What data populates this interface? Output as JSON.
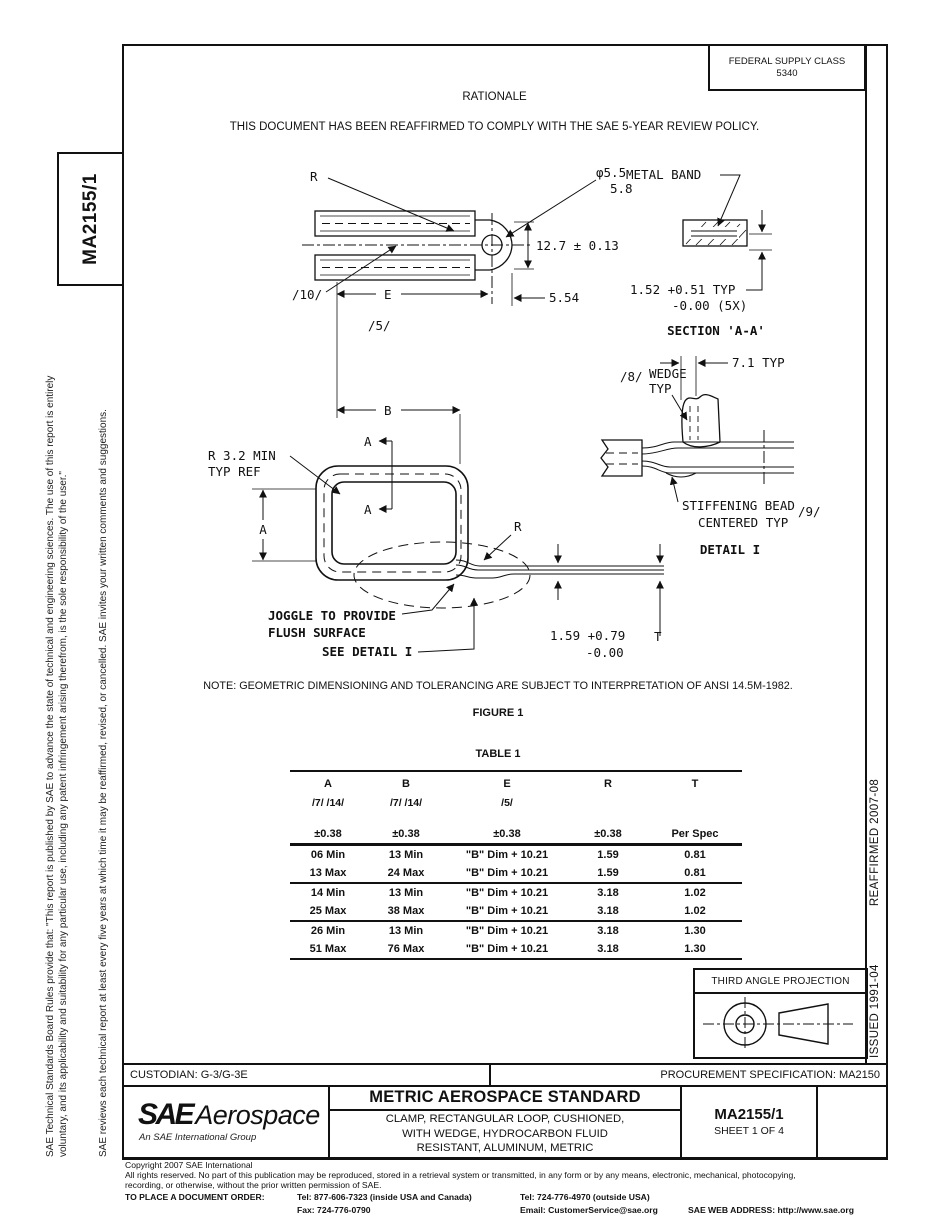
{
  "header": {
    "fsc_line1": "FEDERAL SUPPLY CLASS",
    "fsc_line2": "5340",
    "rationale_title": "RATIONALE",
    "rationale_body": "THIS DOCUMENT HAS BEEN REAFFIRMED TO COMPLY WITH THE SAE 5-YEAR REVIEW POLICY."
  },
  "sidebar": {
    "doc_number": "MA2155/1",
    "legal_line1": "SAE Technical Standards Board Rules provide that: \"This report is published by SAE to advance the state of technical and engineering sciences. The use of this report is entirely",
    "legal_line2": "voluntary, and its applicability and suitability for any particular use, including any patent infringement arising therefrom, is the sole responsibility of the user.\"",
    "review_note": "SAE reviews each technical report at least every five years at which time it may be reaffirmed, revised, or cancelled. SAE invites your written comments and suggestions."
  },
  "right_strip": {
    "issued": "ISSUED 1991-04",
    "reaffirmed": "REAFFIRMED  2007-08"
  },
  "figure": {
    "note": "NOTE:  GEOMETRIC DIMENSIONING AND TOLERANCING ARE SUBJECT TO INTERPRETATION OF ANSI 14.5M-1982.",
    "caption": "FIGURE 1",
    "top_view": {
      "r": "R",
      "dia_line1": "φ5.5",
      "dia_line2": "5.8",
      "metal_band": "METAL BAND",
      "dim_height": "12.7 ± 0.13",
      "dim_tab": "5.54",
      "dim_e": "E",
      "flag_10": "/10/",
      "flag_5": "/5/"
    },
    "section_aa": {
      "dim_line1": "1.52 +0.51 TYP",
      "dim_line2": "-0.00 (5X)",
      "title": "SECTION 'A-A'"
    },
    "detail_i": {
      "dim_wedge": "7.1 TYP",
      "flag_8": "/8/",
      "wedge_line1": "WEDGE",
      "wedge_line2": "TYP",
      "bead_line1": "STIFFENING BEAD",
      "flag_9": "/9/",
      "bead_line2": "CENTERED TYP",
      "title": "DETAIL I"
    },
    "loop_view": {
      "dim_b": "B",
      "sec_a_top": "A",
      "sec_a_bot": "A",
      "radius_line1": "R 3.2 MIN",
      "radius_line2": "TYP REF",
      "dim_a": "A",
      "r": "R",
      "joggle_line1": "JOGGLE TO PROVIDE",
      "joggle_line2": "FLUSH SURFACE",
      "see_detail": "SEE DETAIL I",
      "dim_t_line1": "1.59 +0.79",
      "dim_t_line2": "-0.00",
      "t": "T"
    }
  },
  "table": {
    "caption": "TABLE 1",
    "headers": [
      "A",
      "B",
      "E",
      "R",
      "T"
    ],
    "flags": [
      "/7/ /14/",
      "/7/ /14/",
      "/5/",
      "",
      ""
    ],
    "tolerances": [
      "±0.38",
      "±0.38",
      "±0.38",
      "±0.38",
      "Per Spec"
    ],
    "rows": [
      [
        "06 Min",
        "13 Min",
        "\"B\" Dim + 10.21",
        "1.59",
        "0.81"
      ],
      [
        "13 Max",
        "24 Max",
        "\"B\" Dim + 10.21",
        "1.59",
        "0.81"
      ],
      [
        "14 Min",
        "13 Min",
        "\"B\" Dim + 10.21",
        "3.18",
        "1.02"
      ],
      [
        "25 Max",
        "38 Max",
        "\"B\" Dim + 10.21",
        "3.18",
        "1.02"
      ],
      [
        "26 Min",
        "13 Min",
        "\"B\" Dim + 10.21",
        "3.18",
        "1.30"
      ],
      [
        "51 Max",
        "76 Max",
        "\"B\" Dim + 10.21",
        "3.18",
        "1.30"
      ]
    ]
  },
  "projection": {
    "title": "THIRD ANGLE PROJECTION"
  },
  "status_bar": {
    "custodian": "CUSTODIAN: G-3/G-3E",
    "procurement": "PROCUREMENT SPECIFICATION: MA2150"
  },
  "title_block": {
    "sae": "SAE",
    "aerospace": "Aerospace",
    "tagline": "An SAE International Group",
    "standard_type": "METRIC AEROSPACE STANDARD",
    "title_line1": "CLAMP, RECTANGULAR LOOP, CUSHIONED,",
    "title_line2": "WITH WEDGE, HYDROCARBON FLUID",
    "title_line3": "RESISTANT, ALUMINUM, METRIC",
    "doc_number": "MA2155/1",
    "sheet": "SHEET 1 OF 4"
  },
  "footer": {
    "copyright": "Copyright 2007 SAE International",
    "rights_line1": "All rights reserved. No part of this publication may be reproduced, stored in a retrieval system or transmitted, in any form or by any means, electronic, mechanical, photocopying,",
    "rights_line2": "recording, or otherwise, without the prior written permission of SAE.",
    "order_label": "TO PLACE A DOCUMENT ORDER:",
    "tel_inside": "Tel: 877-606-7323 (inside USA and Canada)",
    "tel_outside": "Tel: 724-776-4970 (outside USA)",
    "fax": "Fax: 724-776-0790",
    "email": "Email:  CustomerService@sae.org",
    "web": "SAE WEB ADDRESS: http://www.sae.org"
  }
}
